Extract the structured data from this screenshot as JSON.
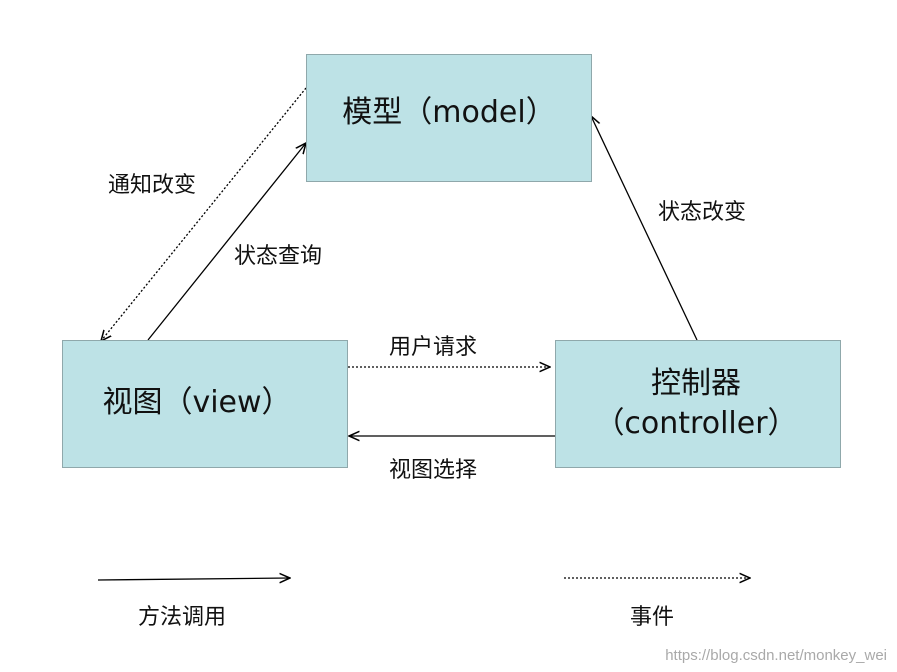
{
  "nodes": {
    "model": "模型（model）",
    "view": "视图（view）",
    "controller_line1": "控制器",
    "controller_line2": "（controller）"
  },
  "edges": {
    "notify_change": "通知改变",
    "state_query": "状态查询",
    "state_change": "状态改变",
    "user_request": "用户请求",
    "view_select": "视图选择"
  },
  "legend": {
    "method_call": "方法调用",
    "event": "事件"
  },
  "watermark": "https://blog.csdn.net/monkey_wei",
  "colors": {
    "box_fill": "#bde2e6",
    "box_border": "#8fa8ab",
    "line": "#000000"
  }
}
